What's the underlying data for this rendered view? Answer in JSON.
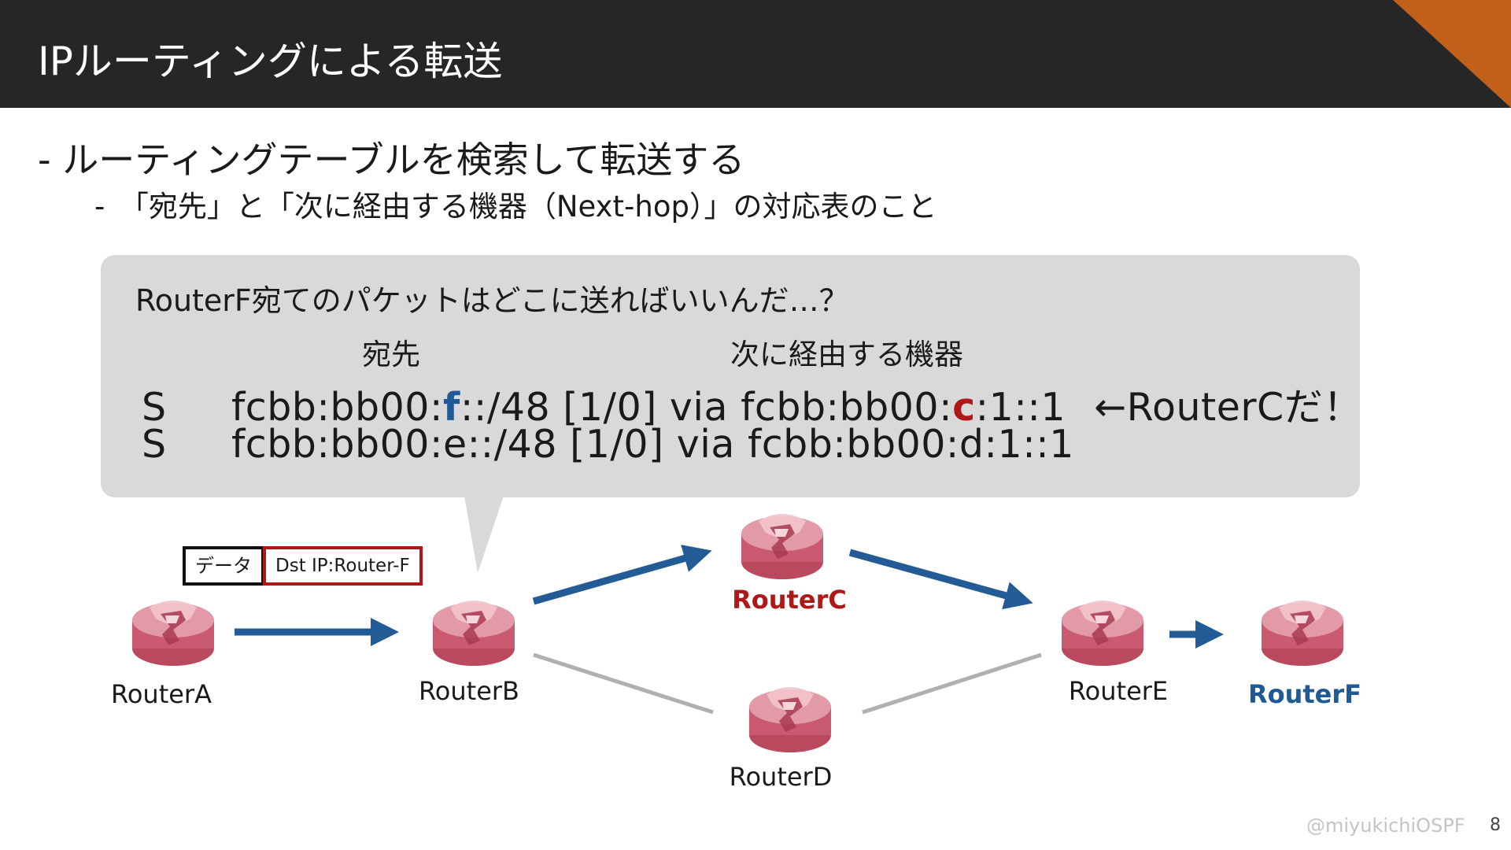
{
  "slide": {
    "title": "IPルーティングによる転送",
    "bullet_main": "- ルーティングテーブルを検索して転送する",
    "bullet_sub": "-　「宛先」と「次に経由する機器（Next-hop）」の対応表のこと",
    "footer_credit": "@miyukichiOSPF",
    "page_number": "8"
  },
  "colors": {
    "header_bg": "#262626",
    "accent": "#c0601a",
    "highlight_blue": "#1f5a96",
    "highlight_red": "#b01818",
    "callout_bg": "#d9d9d9",
    "active_link": "#235b97",
    "inactive_link": "#b0b0b0"
  },
  "callout": {
    "question": "RouterF宛てのパケットはどこに送ればいいんだ…？",
    "header_destination": "宛先",
    "header_nexthop": "次に経由する機器",
    "routes": [
      {
        "code": "S",
        "prefix_start": "fcbb:bb00:",
        "prefix_hl": "f",
        "prefix_end": "::/48 [1/0] via fcbb:bb00:",
        "nh_hl": "c",
        "nh_end": ":1::1",
        "note": "←RouterCだ！"
      },
      {
        "code": "S",
        "text": "fcbb:bb00:e::/48 [1/0] via fcbb:bb00:d:1::1"
      }
    ]
  },
  "diagram": {
    "packet": {
      "data_label": "データ",
      "dst_label": "Dst IP:Router-F"
    },
    "routers": [
      {
        "name": "RouterA",
        "icon": "router-icon"
      },
      {
        "name": "RouterB",
        "icon": "router-icon"
      },
      {
        "name": "RouterC",
        "icon": "router-icon"
      },
      {
        "name": "RouterD",
        "icon": "router-icon"
      },
      {
        "name": "RouterE",
        "icon": "router-icon"
      },
      {
        "name": "RouterF",
        "icon": "router-icon"
      }
    ]
  }
}
